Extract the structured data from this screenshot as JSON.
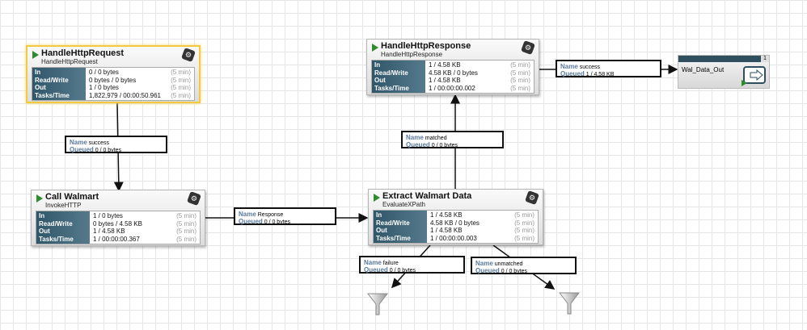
{
  "stat_labels": [
    "In",
    "Read/Write",
    "Out",
    "Tasks/Time"
  ],
  "period": "(5 min)",
  "processors": [
    {
      "name": "HandleHttpRequest",
      "type": "HandleHttpRequest",
      "in": "0 / 0 bytes",
      "rw": "0 bytes / 0 bytes",
      "out": "1 / 0 bytes",
      "tasks": "1,822,979 / 00:00:50.961",
      "selected": true
    },
    {
      "name": "HandleHttpResponse",
      "type": "HandleHttpResponse",
      "in": "1 / 4.58 KB",
      "rw": "4.58 KB / 0 bytes",
      "out": "1 / 4.58 KB",
      "tasks": "1 / 00:00:00.002"
    },
    {
      "name": "Call Walmart",
      "type": "InvokeHTTP",
      "in": "1 / 0 bytes",
      "rw": "0 bytes / 4.58 KB",
      "out": "1 / 4.58 KB",
      "tasks": "1 / 00:00:00.367"
    },
    {
      "name": "Extract Walmart Data",
      "type": "EvaluateXPath",
      "in": "1 / 4.58 KB",
      "rw": "4.58 KB / 0 bytes",
      "out": "1 / 4.58 KB",
      "tasks": "1 / 00:00:00.003"
    }
  ],
  "connection_labels": {
    "name": "Name",
    "queued": "Queued"
  },
  "connections": [
    {
      "name": "success",
      "queued": "0 / 0 bytes"
    },
    {
      "name": "Response",
      "queued": "0 / 0 bytes"
    },
    {
      "name": "matched",
      "queued": "0 / 0 bytes"
    },
    {
      "name": "success",
      "queued": "1 / 4.58 KB"
    },
    {
      "name": "failure",
      "queued": "0 / 0 bytes"
    },
    {
      "name": "unmatched",
      "queued": "0 / 0 bytes"
    }
  ],
  "output_port": {
    "name": "Wal_Data_Out",
    "count": "1"
  }
}
